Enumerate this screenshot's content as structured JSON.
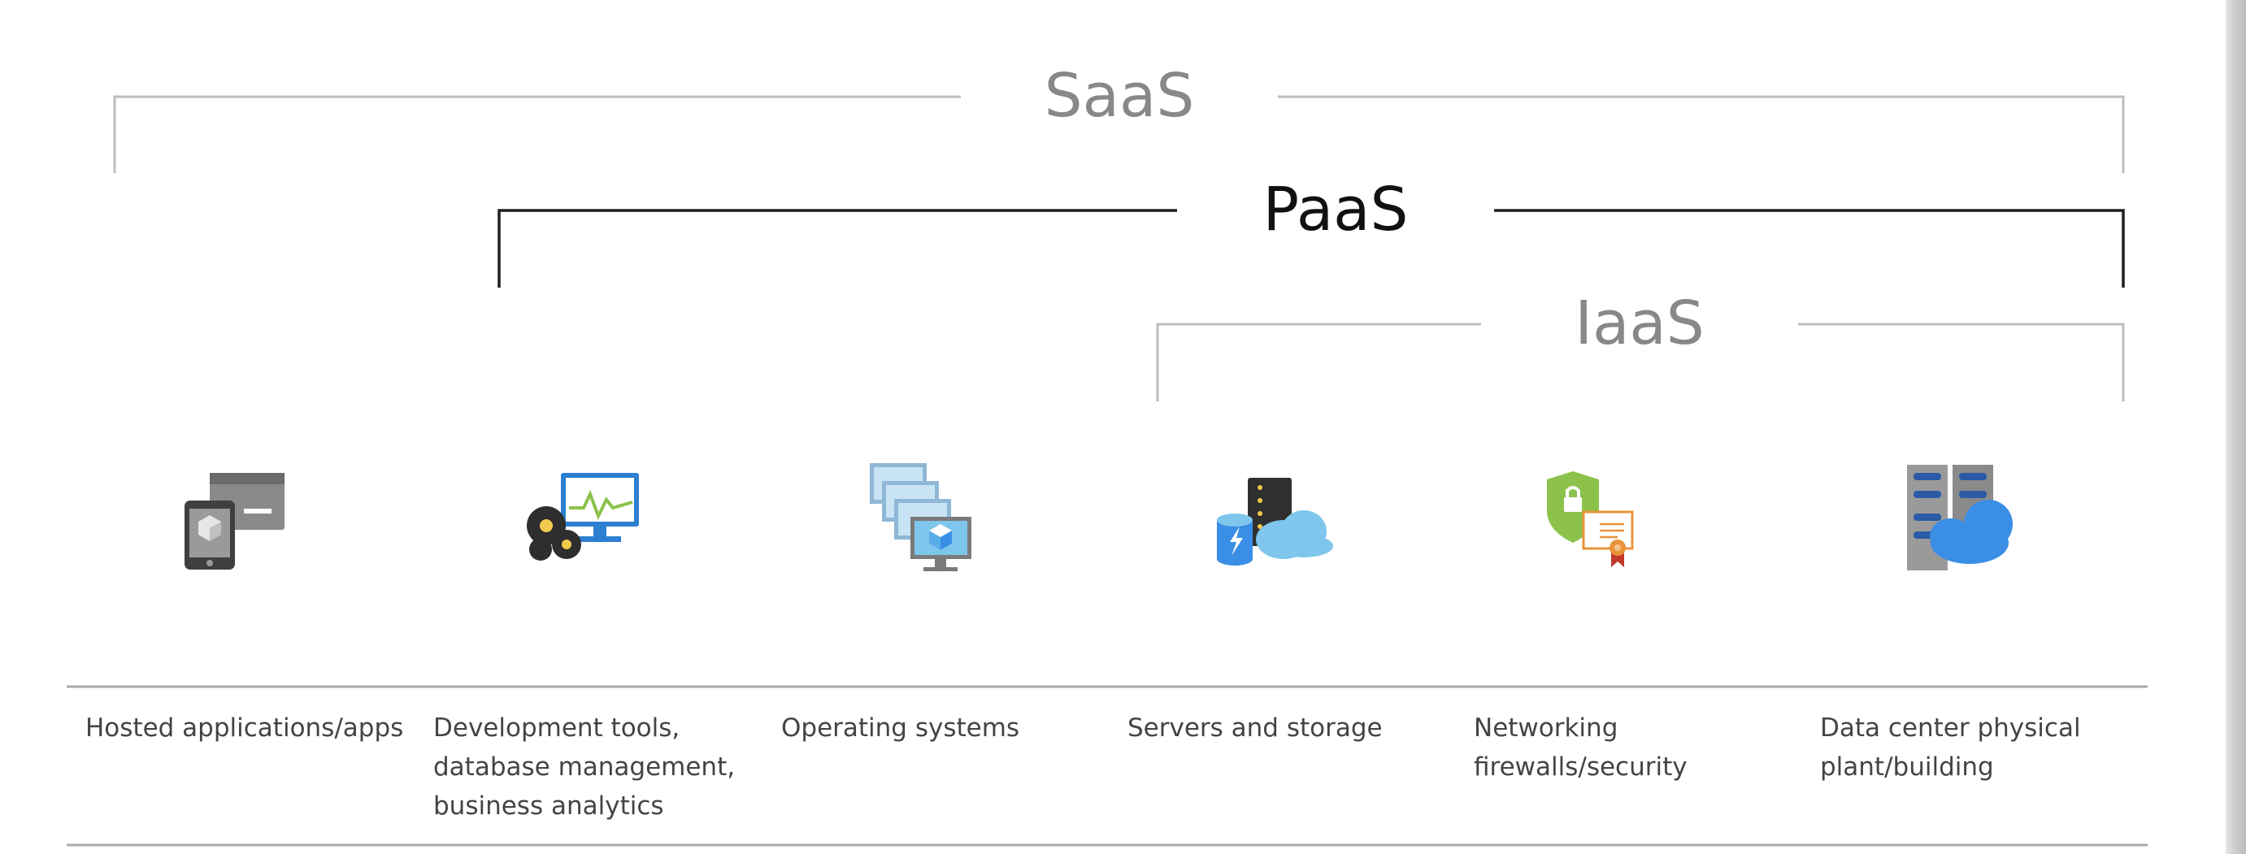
{
  "tiers": {
    "saas": {
      "label": "SaaS",
      "color": "#888888",
      "line_color": "#bdbdbd"
    },
    "paas": {
      "label": "PaaS",
      "color": "#111111",
      "line_color": "#1f1f1f"
    },
    "iaas": {
      "label": "IaaS",
      "color": "#888888",
      "line_color": "#bdbdbd"
    }
  },
  "columns": [
    {
      "icon": "mobile-app-icon",
      "label_lines": [
        "Hosted applications/apps"
      ]
    },
    {
      "icon": "dev-tools-monitor-icon",
      "label_lines": [
        "Development tools,",
        "database management,",
        "business analytics"
      ]
    },
    {
      "icon": "virtual-machines-icon",
      "label_lines": [
        "Operating systems"
      ]
    },
    {
      "icon": "server-storage-cloud-icon",
      "label_lines": [
        "Servers and storage"
      ]
    },
    {
      "icon": "security-certificate-icon",
      "label_lines": [
        "Networking",
        "firewalls/security"
      ]
    },
    {
      "icon": "datacenter-cloud-icon",
      "label_lines": [
        "Data center physical",
        "plant/building"
      ]
    }
  ],
  "colors": {
    "blue": "#3a8ee6",
    "light_blue": "#7fc6ec",
    "gray": "#7a7a7a",
    "green": "#8cc24b",
    "orange": "#e8933a"
  }
}
